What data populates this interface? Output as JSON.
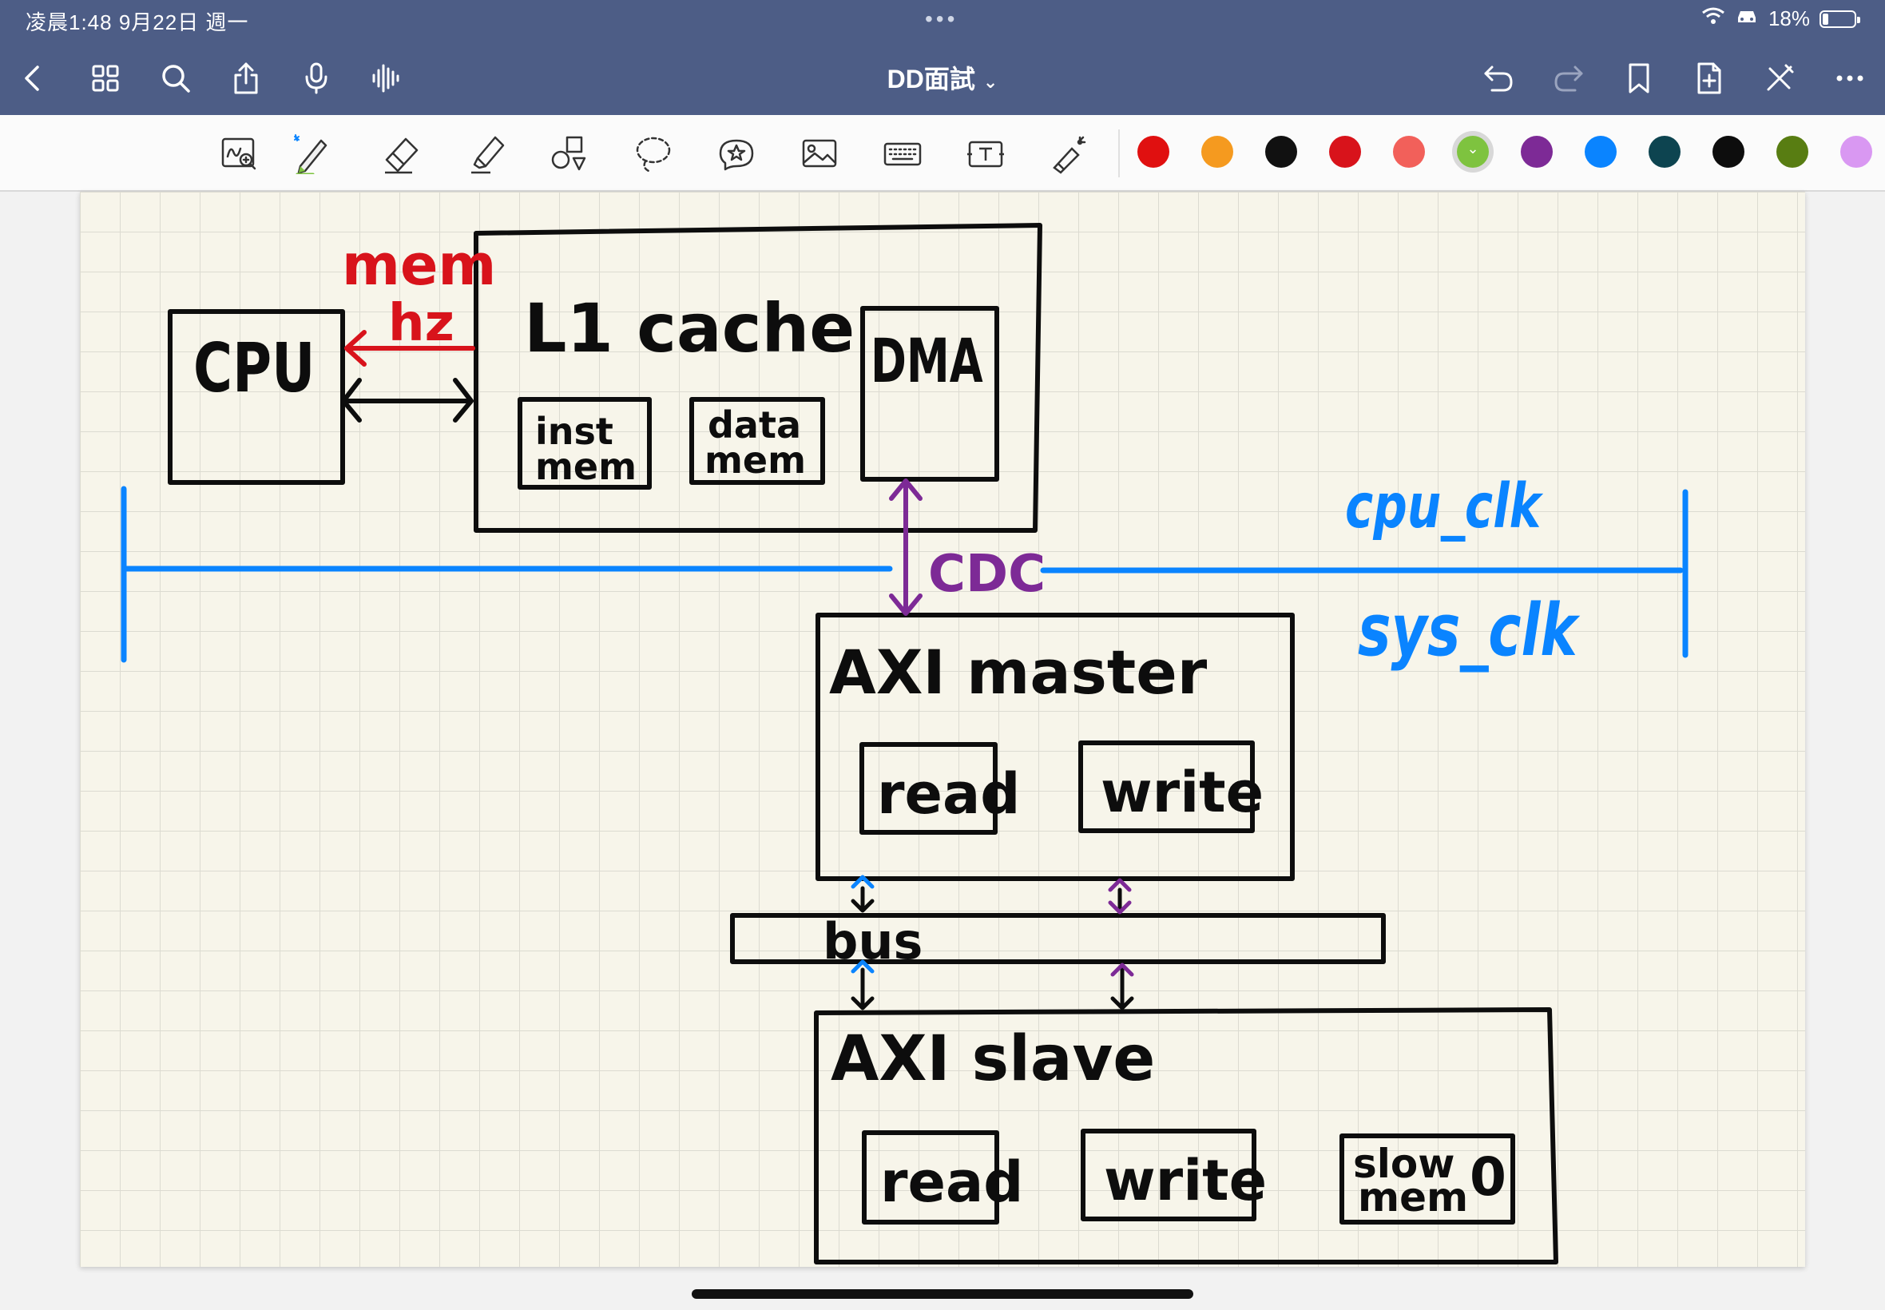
{
  "status_bar": {
    "time": "凌晨1:48   9月22日 週一",
    "dots": "•••",
    "battery": "18%",
    "battery_level": 0.18
  },
  "nav": {
    "title": "DD面試",
    "title_chevron": "⌄",
    "left_icons": [
      "back-icon",
      "grid-icon",
      "search-icon",
      "share-icon",
      "microphone-icon",
      "waveform-icon"
    ],
    "right_icons": [
      "undo-icon",
      "redo-icon",
      "bookmark-icon",
      "add-page-icon",
      "close-pen-icon",
      "more-icon"
    ]
  },
  "toolbar": {
    "tools": [
      "zoom-writing-icon",
      "pen-icon",
      "eraser-icon",
      "highlighter-icon",
      "shapes-icon",
      "lasso-icon",
      "sticker-icon",
      "image-icon",
      "keyboard-icon",
      "text-box-icon",
      "laser-pointer-icon"
    ],
    "colors": [
      "#e01010",
      "#f59a1f",
      "#111111",
      "#d8131b",
      "#f2605a",
      "#7ec33f",
      "#7d2a96",
      "#0a84ff",
      "#0d4450",
      "#0d0d0d",
      "#587d12",
      "#d998f2"
    ],
    "selected_color": "#7ec33f"
  },
  "drawing": {
    "cpu": "CPU",
    "mem_hz": [
      "mem",
      "hz"
    ],
    "l1_cache": "L1 cache",
    "inst_mem": [
      "inst",
      "mem"
    ],
    "data_mem": [
      "data",
      "mem"
    ],
    "dma": "DMA",
    "cpu_clk": "cpu_clk",
    "sys_clk": "sys_clk",
    "cdc": "CDC",
    "axi_master": "AXI master",
    "read": "read",
    "write": "write",
    "bus": "bus",
    "axi_slave": "AXI slave",
    "slow_mem": [
      "slow",
      "mem"
    ],
    "slow_mem_marker": "0"
  }
}
